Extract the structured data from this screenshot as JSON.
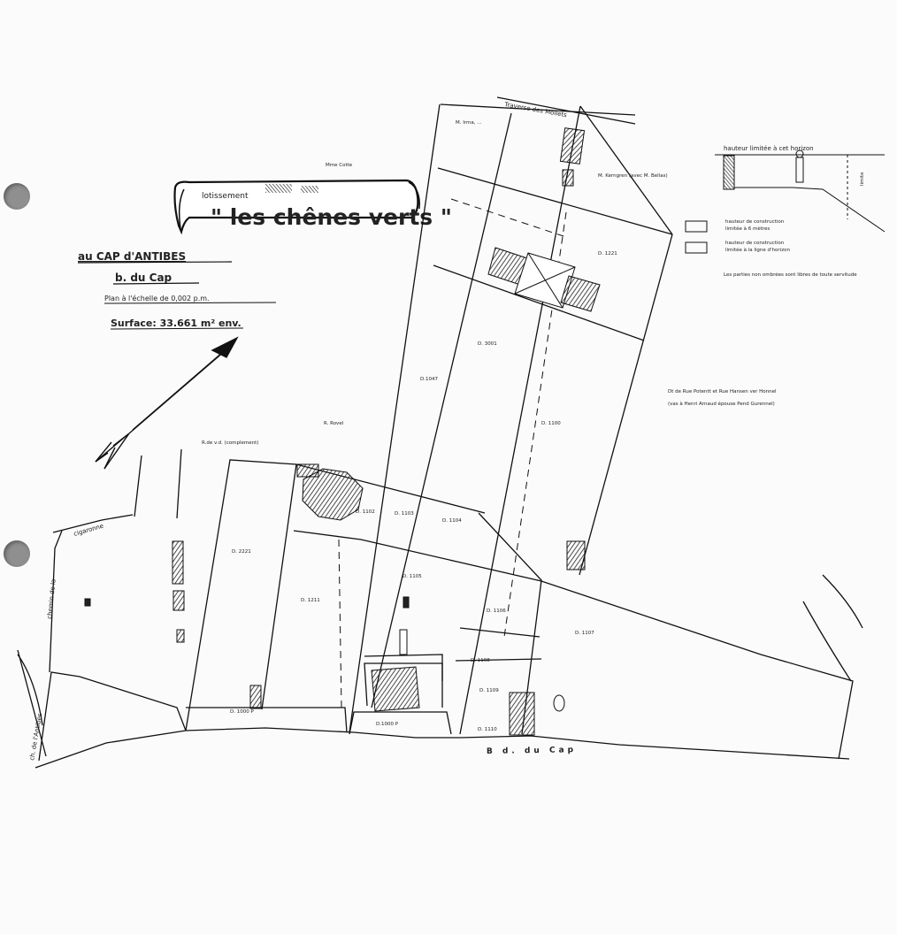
{
  "document": {
    "cartouche": {
      "prefix": "lotissement",
      "title": "\" les chênes verts \""
    },
    "location": {
      "place": "au CAP d'ANTIBES",
      "road": "b. du Cap",
      "scale": "Plan à l'échelle de 0,002 p.m.",
      "surface": "Surface: 33.661 m² env."
    },
    "roads": {
      "bottom": "B d.   du   Cap",
      "top": "Traverse des Mollets",
      "left_top": "cigaronne",
      "left_vertical": "chemin de la",
      "left_vertical_lower": "ch. de l'Antibes"
    },
    "notes": {
      "right_1": "Dt de Rue Potentt et Rue Hansen ver Honnel",
      "right_2": "(vas à Henri Arnaud épouse Pend Gurennel)",
      "legend_header": "hauteur limitée à cet horizon",
      "legend_1a": "hauteur de construction",
      "legend_1b": "limitée à 6 mètres",
      "legend_2a": "hauteur de construction",
      "legend_2b": "limitée à la ligne d'horizon",
      "legend_3": "Les parties non ombrées sont libres de toute servitude",
      "legend_side": "limite"
    },
    "lots": {
      "top_1": "M. Irma, ...",
      "lot_d_top": "D. 1221",
      "d1047": "D.1047",
      "dtop_b": "M. Kerngren (avec M. Bellas)",
      "d3001": "D. 3001",
      "d1000": "D.1000 P",
      "d1100": "D. 1100",
      "d1102": "D. 1102",
      "d1103": "D. 1103",
      "d1104": "D. 1104",
      "d1105": "D. 1105",
      "d1106": "D. 1106",
      "d1107": "D. 1107",
      "d1108": "D. 1108",
      "d1109": "D. 1109",
      "d1110": "D. 1110",
      "d_left_1": "D. 2221",
      "d_left_2": "D. 1211",
      "note_m_cote": "Mme Cotte",
      "note_rd": "R. Rovel",
      "note_rdv": "R.de v.d. (complement)",
      "note_lower": "D. 1000 P"
    }
  }
}
